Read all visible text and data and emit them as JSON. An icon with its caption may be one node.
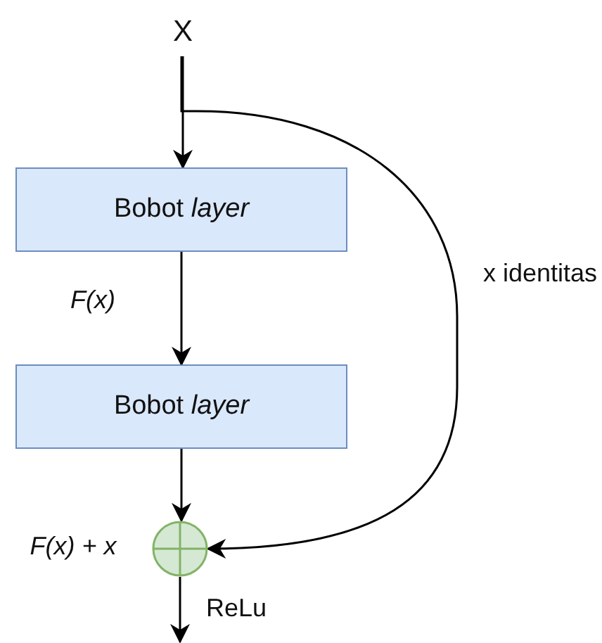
{
  "diagram": {
    "nodes": [
      {
        "text": [
          "X"
        ]
      },
      {
        "text": [
          "Bobot *layer*"
        ]
      },
      {
        "text": [
          "Bobot *layer*"
        ]
      },
      {
        "text": [],
        "shape": "circle",
        "beside": [
          "F(x) + x"
        ]
      }
    ],
    "edges": [
      {
        "from": 0,
        "to": 1,
        "arrow": "to"
      },
      {
        "from": 1,
        "to": 2,
        "arrow": "to",
        "label": "F(x)"
      },
      {
        "from": 2,
        "to": 3,
        "arrow": "to"
      },
      {
        "from": 0,
        "to": 3,
        "arrow": "to",
        "label": "x identitas"
      },
      {
        "from": 3,
        "to": null,
        "arrow": "to",
        "label": "ReLu"
      }
    ]
  }
}
